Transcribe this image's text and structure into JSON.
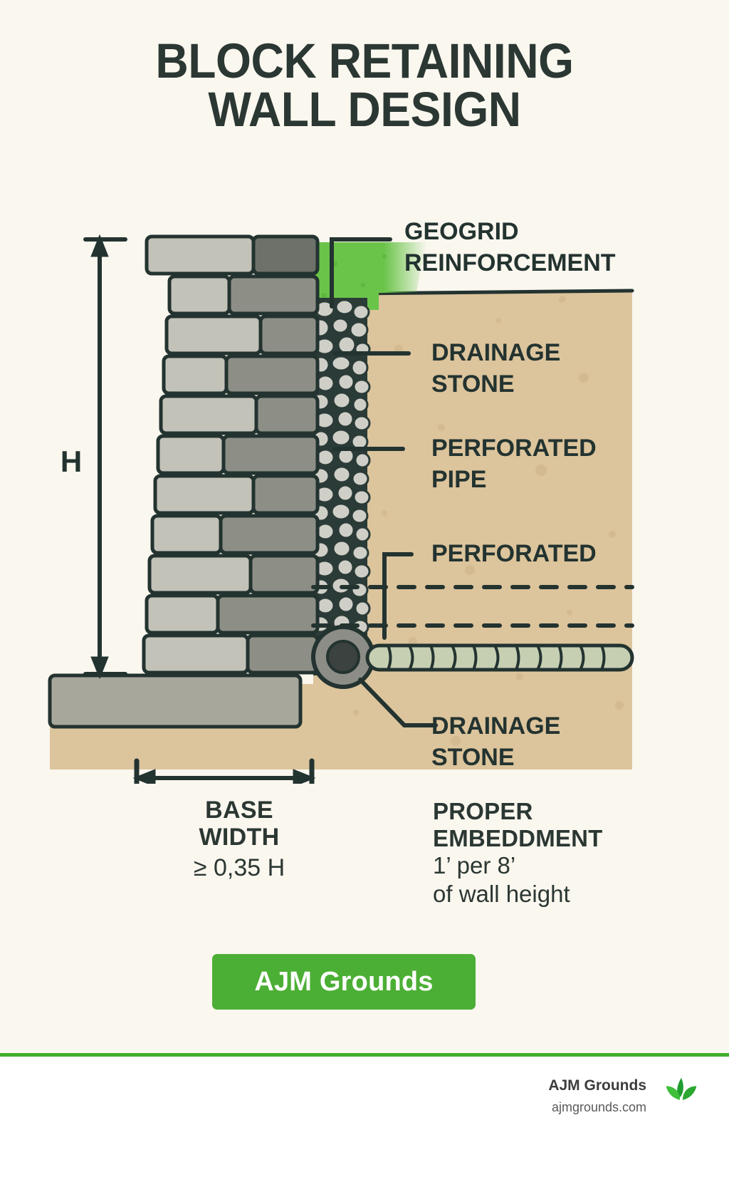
{
  "title": {
    "line1": "BLOCK RETAINING",
    "line2": "WALL DESIGN"
  },
  "diagram": {
    "height_label": "H",
    "callouts": [
      {
        "id": "geogrid",
        "line1": "GEOGRID",
        "line2": "REINFORCEMENT"
      },
      {
        "id": "drainage-upper",
        "line1": "DRAINAGE",
        "line2": "STONE"
      },
      {
        "id": "perf-pipe",
        "line1": "PERFORATED",
        "line2": "PIPE"
      },
      {
        "id": "perforated",
        "line1": "PERFORATED",
        "line2": ""
      },
      {
        "id": "drainage-lower",
        "line1": "DRAINAGE",
        "line2": "STONE"
      }
    ],
    "colors": {
      "soil": "#dcc49c",
      "grass": "#6ac44a",
      "block_light": "#c3c2b8",
      "block_dark": "#8d8f86",
      "gravel": "#cfcfc8",
      "ink": "#233330",
      "pipe_fill": "#4a4f4c"
    }
  },
  "base_width": {
    "line1": "BASE",
    "line2": "WIDTH",
    "value": "≥ 0,35 H"
  },
  "embedment": {
    "line1": "PROPER",
    "line2": "EMBEDDMENT",
    "line3": "1’ per 8’",
    "line4": "of wall height"
  },
  "brand_button": {
    "label": "AJM Grounds",
    "color": "#4caf35"
  },
  "footer": {
    "name": "AJM Grounds",
    "url": "ajmgrounds.com",
    "accent": "#3fae2a"
  }
}
